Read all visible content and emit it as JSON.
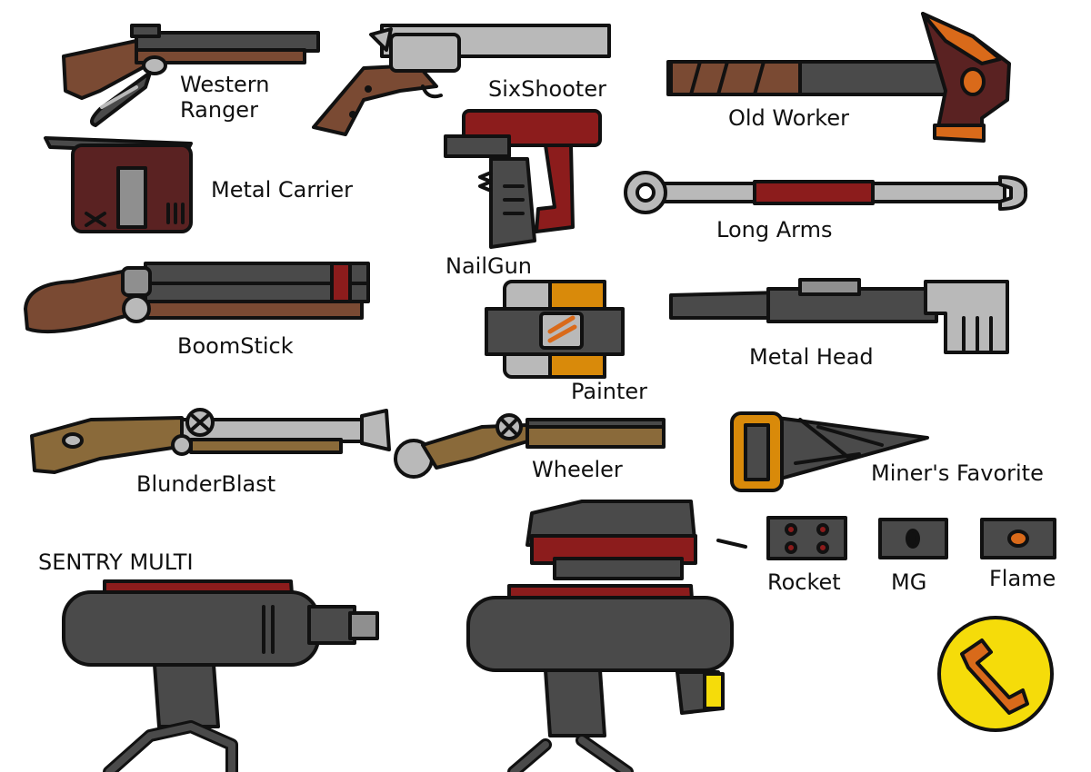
{
  "labels": {
    "western_ranger": "Western Ranger",
    "sixshooter": "SixShooter",
    "old_worker": "Old Worker",
    "metal_carrier": "Metal Carrier",
    "nailgun": "NailGun",
    "long_arms": "Long Arms",
    "boomstick": "BoomStick",
    "painter": "Painter",
    "metal_head": "Metal Head",
    "blunderblast": "BlunderBlast",
    "wheeler": "Wheeler",
    "miners_favorite": "Miner's Favorite",
    "sentry_multi": "SENTRY MULTI",
    "rocket": "Rocket",
    "mg": "MG",
    "flame": "Flame"
  },
  "icons": [
    "western-ranger-icon",
    "sixshooter-icon",
    "old-worker-icon",
    "metal-carrier-icon",
    "nailgun-icon",
    "long-arms-icon",
    "boomstick-icon",
    "painter-icon",
    "metal-head-icon",
    "blunderblast-icon",
    "wheeler-icon",
    "miners-favorite-icon",
    "sentry-icon",
    "sentry-multi-icon",
    "rocket-module-icon",
    "mg-module-icon",
    "flame-module-icon",
    "wrench-emblem-icon"
  ],
  "colors": {
    "outline": "#111111",
    "wood": "#7a4a33",
    "metal_dark": "#4a4a4a",
    "metal_light": "#b9b9b9",
    "red": "#8c1c1c",
    "maroon": "#5a2222",
    "orange": "#d96a1a",
    "yellow": "#f5dc0a",
    "tan": "#8a6a3a"
  }
}
